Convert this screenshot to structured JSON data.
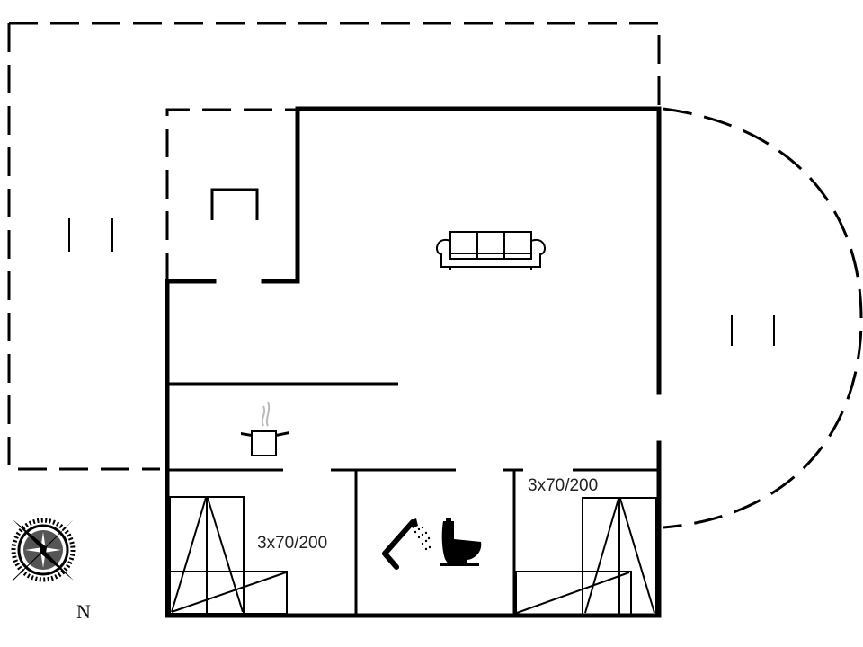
{
  "floorplan": {
    "rooms": [
      {
        "name": "bedroom-left",
        "bed_label": "3x70/200"
      },
      {
        "name": "bedroom-right",
        "bed_label": "3x70/200"
      },
      {
        "name": "bathroom",
        "fixtures": [
          "shower",
          "toilet"
        ]
      },
      {
        "name": "kitchen",
        "fixtures": [
          "cooking-pot"
        ]
      },
      {
        "name": "living-room",
        "fixtures": [
          "sofa"
        ]
      },
      {
        "name": "entry",
        "fixtures": [
          "doorway-frame"
        ]
      }
    ],
    "terraces": [
      {
        "name": "terrace-left",
        "shape": "rectangle"
      },
      {
        "name": "terrace-right",
        "shape": "semicircle"
      }
    ],
    "compass": {
      "label": "N"
    },
    "colors": {
      "line": "#000000",
      "background": "#ffffff",
      "text": "#222222"
    }
  }
}
